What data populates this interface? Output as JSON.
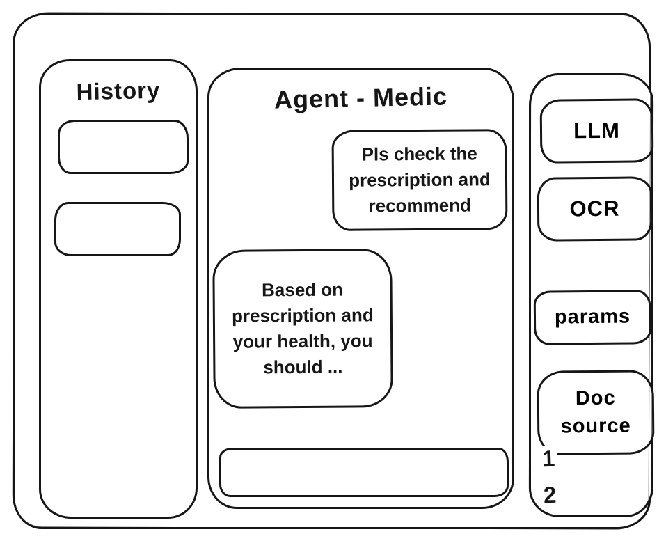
{
  "window": {
    "background": "#ffffff",
    "ink": "#161616",
    "style": "hand-drawn wireframe"
  },
  "history": {
    "title": "History",
    "items": [
      {
        "label": ""
      },
      {
        "label": ""
      }
    ]
  },
  "chat": {
    "title": "Agent - Medic",
    "messages": [
      {
        "role": "user",
        "text": "Pls check the prescription and recommend"
      },
      {
        "role": "agent",
        "text": "Based on prescription and your health, you should ..."
      }
    ],
    "input": {
      "value": "",
      "placeholder": ""
    }
  },
  "tools": {
    "buttons": [
      {
        "label": "LLM"
      },
      {
        "label": "OCR"
      },
      {
        "label": "params"
      },
      {
        "label": "Doc source"
      }
    ],
    "doc_sources": [
      "1",
      "2"
    ]
  }
}
